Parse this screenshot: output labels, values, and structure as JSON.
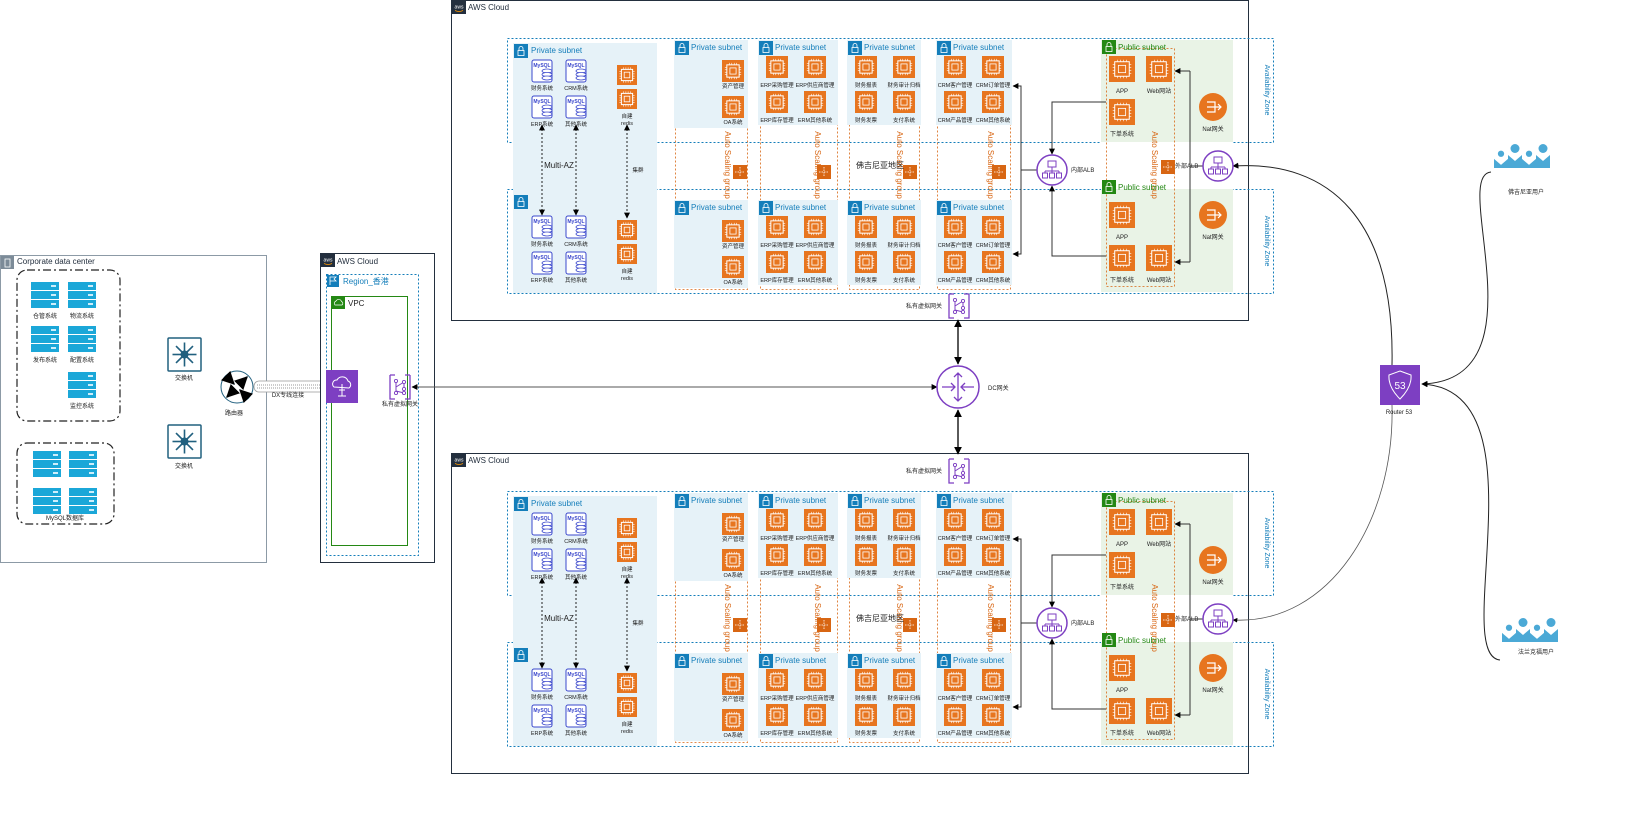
{
  "colors": {
    "aws_frame": "#232f3e",
    "private_subnet_fill": "#e6f2f8",
    "private_subnet_accent": "#147eba",
    "public_subnet_fill": "#e9f3e6",
    "public_subnet_accent": "#248814",
    "compute_orange": "#e7751f",
    "network_purple": "#7d3fc2",
    "server_blue": "#1ba7d8",
    "router_teal": "#21607f",
    "users_blue": "#4ba9d6",
    "asg_orange": "#d86613",
    "az_dotted": "#147eba",
    "vpc_green": "#248814"
  },
  "corporate_dc": {
    "title": "Corporate data center",
    "app_group": [
      "仓管系统",
      "物流系统",
      "发布系统",
      "配置系统",
      "监控系统"
    ],
    "db_group_label": "MySQL数据库",
    "switch_labels": [
      "交换机",
      "交换机"
    ],
    "router_label": "路由器",
    "dx_label": "DX专线连接"
  },
  "hk_region": {
    "cloud_title": "AWS Cloud",
    "region_title": "Region_香港",
    "vpc_title": "VPC",
    "vgw_label": "私有虚拟网关"
  },
  "dc_gateway": {
    "label": "DC网关"
  },
  "regions": [
    {
      "cloud_title": "AWS Cloud",
      "vgw_label": "私有虚拟网关",
      "region_label": "佛吉尼亚地区"
    },
    {
      "cloud_title": "AWS Cloud",
      "vgw_label": "私有虚拟网关",
      "region_label": "佛吉尼亚地区"
    }
  ],
  "region_layout": {
    "availability_zone_label": "Availability Zone",
    "private_subnet_label": "Private subnet",
    "public_subnet_label": "Public subnet",
    "asg_label": "Auto Scaling group",
    "multi_az_label": "Multi-AZ",
    "cluster_label": "集群",
    "db_subnet": {
      "mysql_badge": "MySQL",
      "databases": [
        "财务系统",
        "CRM系统",
        "ERP系统",
        "其他系统"
      ],
      "redis_label": [
        "自建",
        "redis"
      ]
    },
    "app_subnets": [
      {
        "instances": [
          "资产管理",
          "OA系统"
        ]
      },
      {
        "instances": [
          "ERP采购管理",
          "ERP供应商管理",
          "ERP库存管理",
          "ERM其他系统"
        ]
      },
      {
        "instances": [
          "财务报表",
          "财务审计归档",
          "财务发票",
          "支付系统"
        ]
      },
      {
        "instances": [
          "CRM客户管理",
          "CRM订单管理",
          "CRM产品管理",
          "CRM其他系统"
        ]
      }
    ],
    "public_az1": [
      "APP",
      "Web网站",
      "下单系统"
    ],
    "public_az2": [
      "APP",
      "下单系统",
      "Web网站"
    ],
    "nat_label": "Nat网关",
    "internal_alb_label": "内部ALB",
    "external_alb_label": "外部ALB"
  },
  "route53": {
    "label": "Router 53",
    "badge": "53"
  },
  "users": [
    {
      "label": "佛吉尼亚用户"
    },
    {
      "label": "法兰克福用户"
    }
  ]
}
